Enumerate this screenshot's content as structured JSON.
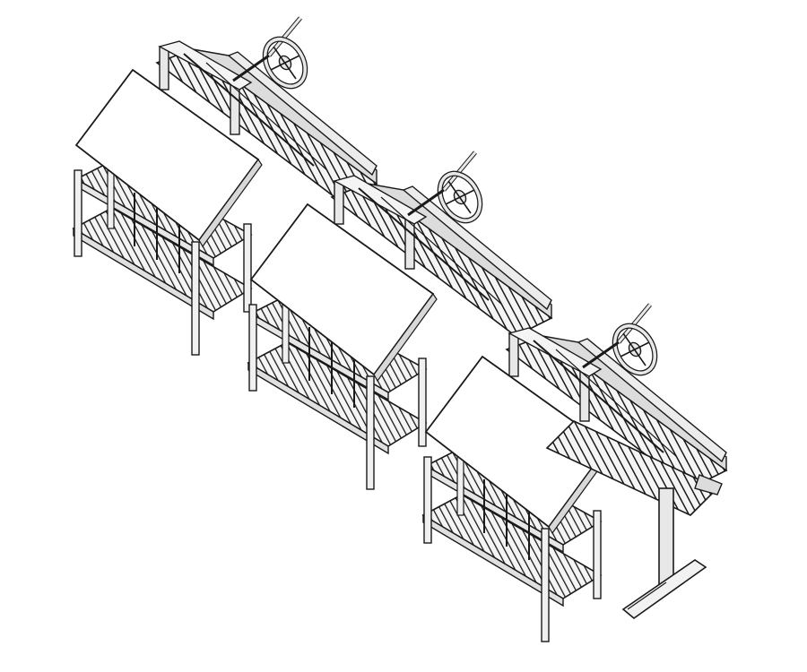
{
  "scene": {
    "background": "#ffffff",
    "stroke": "#1a1a1a",
    "fill_light": "#f2f2f2",
    "fill_mid": "#cfcfcf",
    "fill_dark": "#7a7a7a",
    "stations": [
      {
        "id": "station-1"
      },
      {
        "id": "station-2"
      },
      {
        "id": "station-3"
      }
    ],
    "icons": [
      "handwheel-icon"
    ]
  }
}
